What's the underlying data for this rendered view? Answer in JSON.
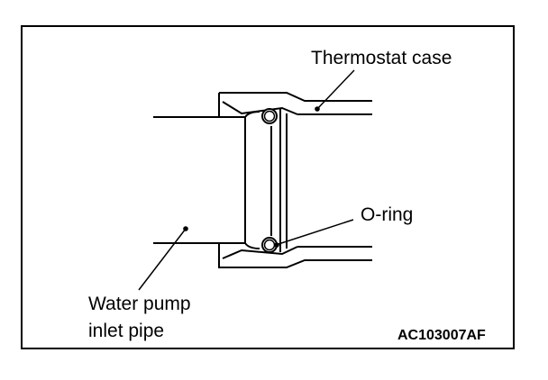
{
  "labels": {
    "thermostat_case": "Thermostat case",
    "o_ring": "O-ring",
    "water_pump_line1": "Water pump",
    "water_pump_line2": "inlet pipe"
  },
  "figure_code": "AC103007AF"
}
